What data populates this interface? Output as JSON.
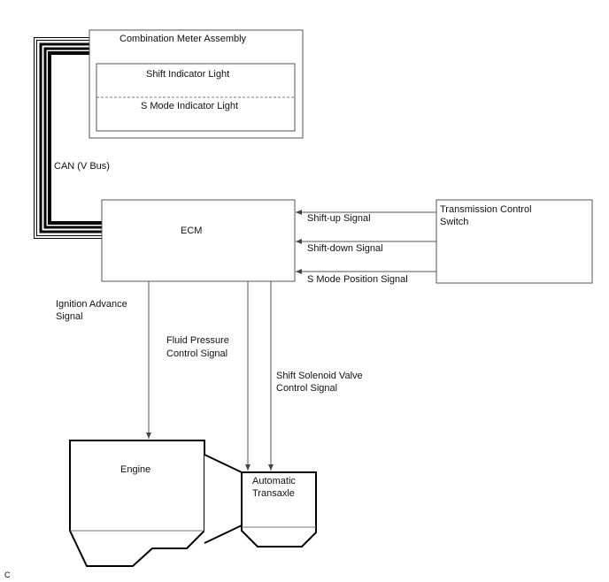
{
  "combination_meter": {
    "title": "Combination Meter Assembly",
    "shift_indicator": "Shift Indicator Light",
    "s_mode_indicator": "S Mode Indicator Light"
  },
  "can_bus": {
    "label": "CAN (V Bus)"
  },
  "ecm": {
    "label": "ECM"
  },
  "transmission_switch": {
    "line1": "Transmission Control",
    "line2": "Switch"
  },
  "signals": {
    "shift_up": "Shift-up Signal",
    "shift_down": "Shift-down Signal",
    "s_mode_position": "S Mode Position Signal",
    "ignition_advance": [
      "Ignition Advance",
      "Signal"
    ],
    "fluid_pressure": [
      "Fluid Pressure",
      "Control Signal"
    ],
    "shift_solenoid": [
      "Shift Solenoid Valve",
      "Control Signal"
    ]
  },
  "engine": {
    "label": "Engine"
  },
  "transaxle": {
    "line1": "Automatic",
    "line2": "Transaxle"
  },
  "corner_mark": "C"
}
